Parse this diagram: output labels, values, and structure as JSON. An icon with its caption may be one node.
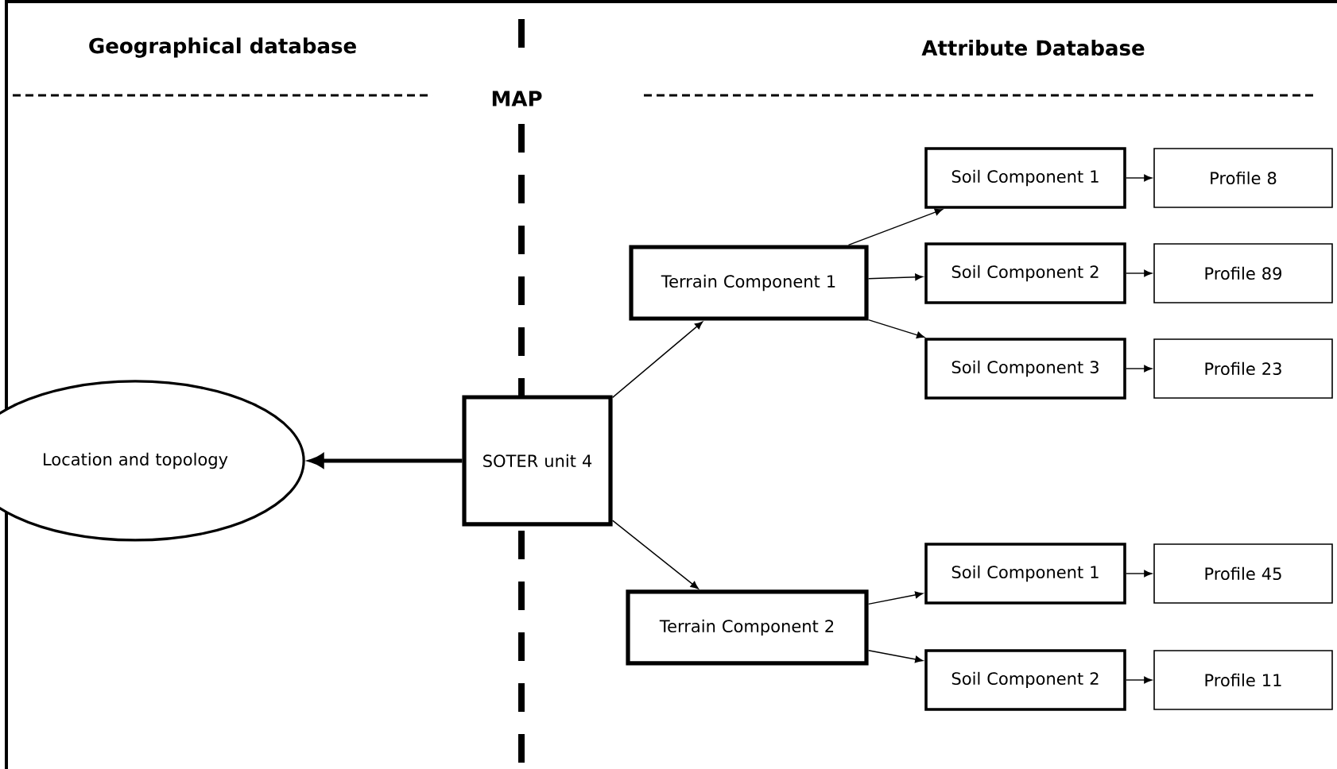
{
  "diagram": {
    "nodes": [
      {
        "text": [
          "Location and topology"
        ]
      },
      {
        "text": [
          "SOTER unit 4"
        ]
      },
      {
        "text": [
          "Terrain Component 1"
        ]
      },
      {
        "text": [
          "Soil Component 1"
        ]
      },
      {
        "text": [
          "Soil Component 2"
        ]
      },
      {
        "text": [
          "Soil Component 3"
        ]
      },
      {
        "text": [
          "Profile 8"
        ]
      },
      {
        "text": [
          "Profile 89"
        ]
      },
      {
        "text": [
          "Profile 23"
        ]
      },
      {
        "text": [
          "Terrain Component 2"
        ]
      },
      {
        "text": [
          "Soil Component 1"
        ]
      },
      {
        "text": [
          "Profile 45"
        ]
      },
      {
        "text": [
          "Soil Component 2"
        ]
      },
      {
        "text": [
          "Profile 11"
        ]
      }
    ],
    "edges": [
      {
        "from": 1,
        "to": 0,
        "arrow": "to",
        "style": "thick"
      },
      {
        "from": 1,
        "to": 2,
        "arrow": "to"
      },
      {
        "from": 1,
        "to": 9,
        "arrow": "to"
      },
      {
        "from": 2,
        "to": 3,
        "arrow": "to"
      },
      {
        "from": 2,
        "to": 4,
        "arrow": "to"
      },
      {
        "from": 2,
        "to": 5,
        "arrow": "to"
      },
      {
        "from": 3,
        "to": 6,
        "arrow": "to"
      },
      {
        "from": 4,
        "to": 7,
        "arrow": "to"
      },
      {
        "from": 5,
        "to": 8,
        "arrow": "to"
      },
      {
        "from": 9,
        "to": 10,
        "arrow": "to"
      },
      {
        "from": 9,
        "to": 12,
        "arrow": "to"
      },
      {
        "from": 10,
        "to": 11,
        "arrow": "to"
      },
      {
        "from": 12,
        "to": 13,
        "arrow": "to"
      }
    ],
    "labels": [
      "Geographical database",
      "Attribute Database",
      "MAP"
    ]
  }
}
